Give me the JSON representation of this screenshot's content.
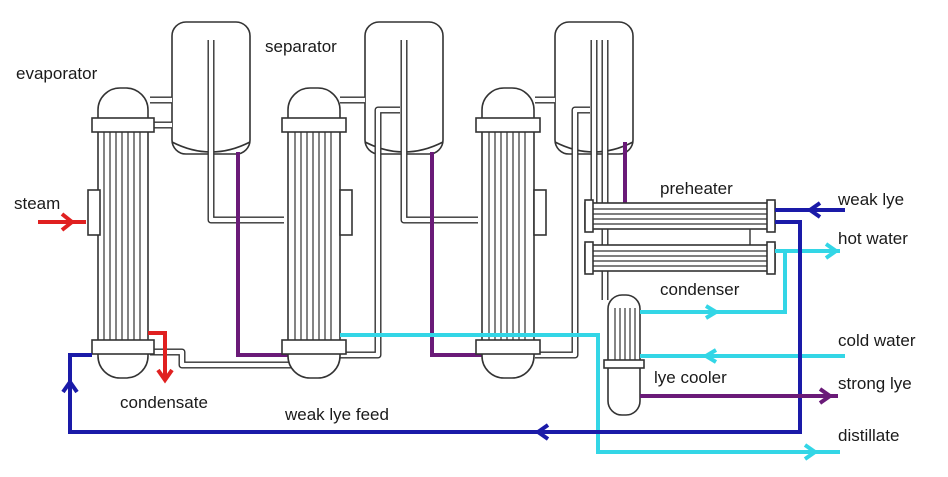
{
  "labels": {
    "evaporator": "evaporator",
    "separator": "separator",
    "steam": "steam",
    "condensate": "condensate",
    "weak_lye_feed": "weak lye feed",
    "preheater": "preheater",
    "condenser": "condenser",
    "lye_cooler": "lye cooler",
    "weak_lye": "weak lye",
    "hot_water": "hot water",
    "cold_water": "cold water",
    "strong_lye": "strong lye",
    "distillate": "distillate"
  },
  "colors": {
    "steam": "#e02020",
    "weak_lye": "#1a1aa8",
    "water": "#33d6e6",
    "strong_lye": "#6a1a78",
    "equipment": "#333333"
  }
}
